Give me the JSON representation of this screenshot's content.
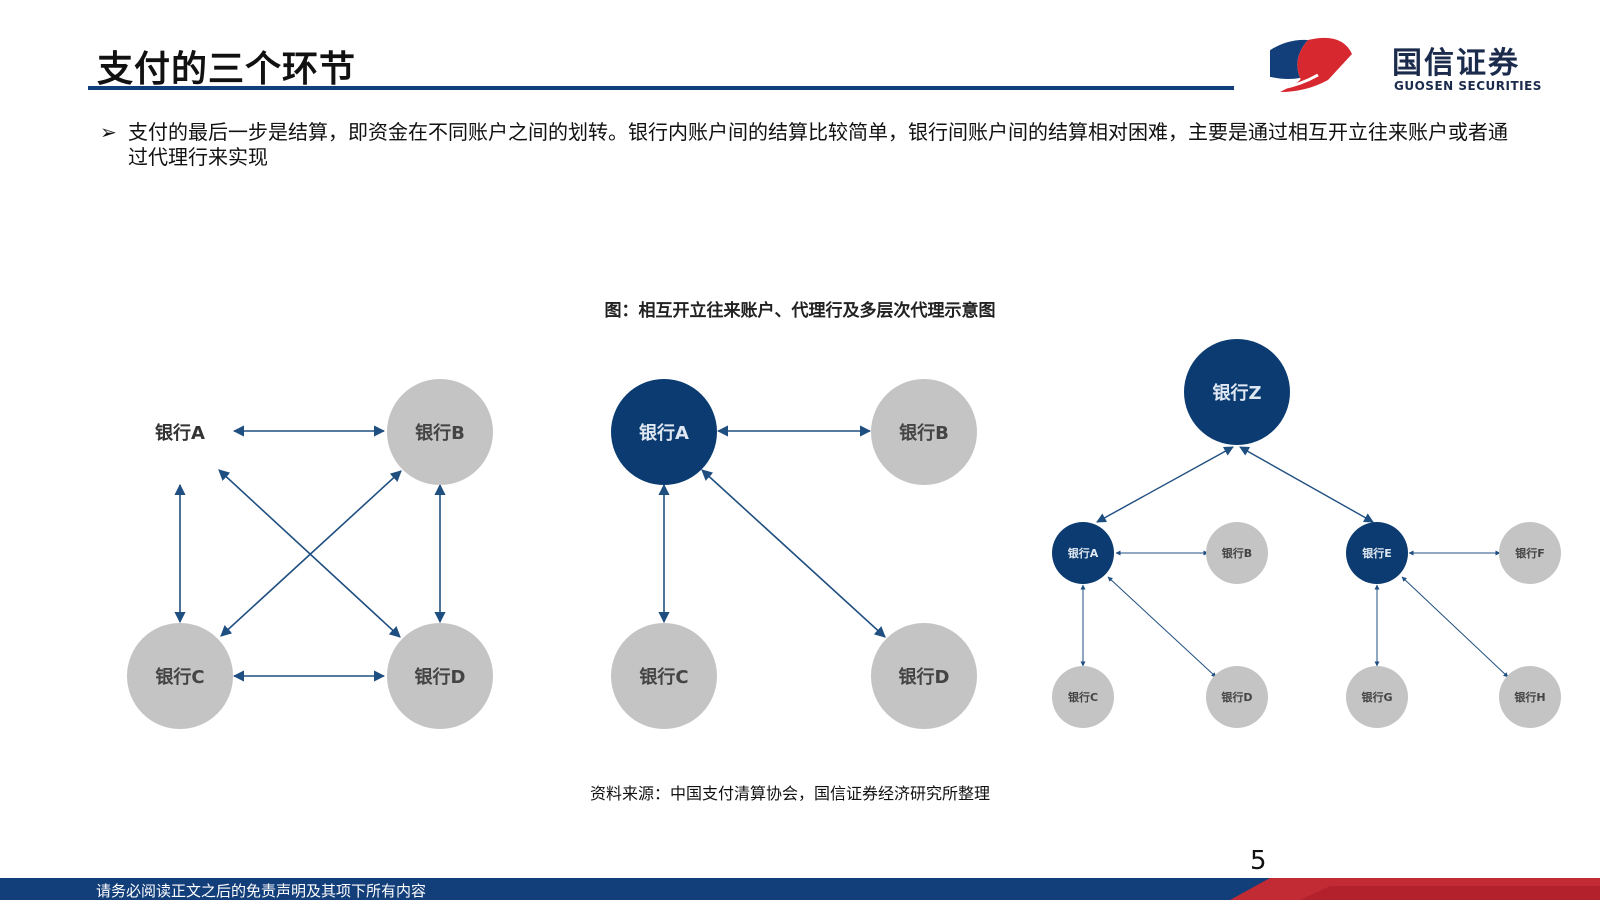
{
  "header": {
    "title": "支付的三个环节",
    "logo_cn": "国信证券",
    "logo_en": "GUOSEN SECURITIES"
  },
  "body": {
    "bullet_mark": "➢",
    "bullet_text": "支付的最后一步是结算，即资金在不同账户之间的划转。银行内账户间的结算比较简单，银行间账户间的结算相对困难，主要是通过相互开立往来账户或者通过代理行来实现"
  },
  "figure": {
    "caption": "图：相互开立往来账户、代理行及多层次代理示意图",
    "source": "资料来源：中国支付清算协会，国信证券经济研究所整理",
    "diagram1": {
      "a": "银行A",
      "b": "银行B",
      "c": "银行C",
      "d": "银行D"
    },
    "diagram2": {
      "a": "银行A",
      "b": "银行B",
      "c": "银行C",
      "d": "银行D"
    },
    "diagram3": {
      "z": "银行Z",
      "a": "银行A",
      "b": "银行B",
      "e": "银行E",
      "f": "银行F",
      "c": "银行C",
      "d": "银行D",
      "g": "银行G",
      "h": "银行H"
    },
    "colors": {
      "gray_node": "#c4c4c4",
      "blue_node": "#0b3b70",
      "arrow": "#1f4f80"
    }
  },
  "footer": {
    "page_number": "5",
    "disclaimer": "请务必阅读正文之后的免责声明及其项下所有内容"
  }
}
